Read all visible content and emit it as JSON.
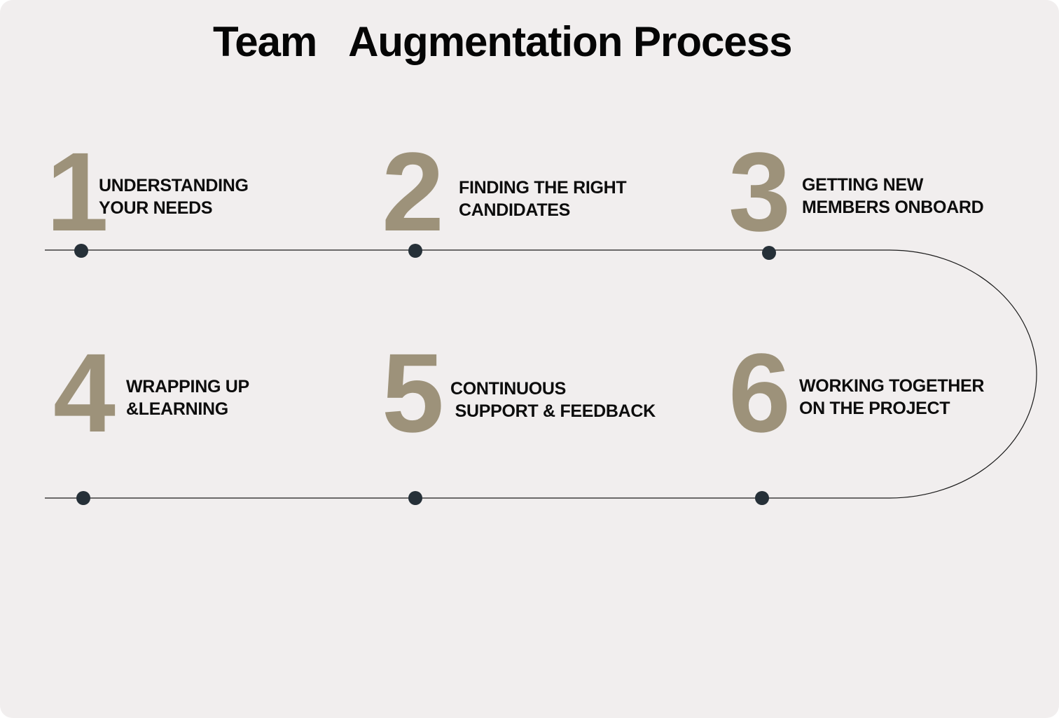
{
  "title": "Team   Augmentation Process",
  "colors": {
    "background": "#f1eeee",
    "number": "#9d927a",
    "text": "#0d0d0d",
    "dot": "#263038",
    "line": "#1a1a1a"
  },
  "steps": [
    {
      "number": "1",
      "label": "UNDERSTANDING\nYOUR NEEDS"
    },
    {
      "number": "2",
      "label": "FINDING THE RIGHT\nCANDIDATES"
    },
    {
      "number": "3",
      "label": "GETTING NEW\nMEMBERS ONBOARD"
    },
    {
      "number": "4",
      "label": "WRAPPING UP\n&LEARNING"
    },
    {
      "number": "5",
      "label": "CONTINUOUS\n SUPPORT & FEEDBACK"
    },
    {
      "number": "6",
      "label": "WORKING TOGETHER\nON THE PROJECT"
    }
  ]
}
